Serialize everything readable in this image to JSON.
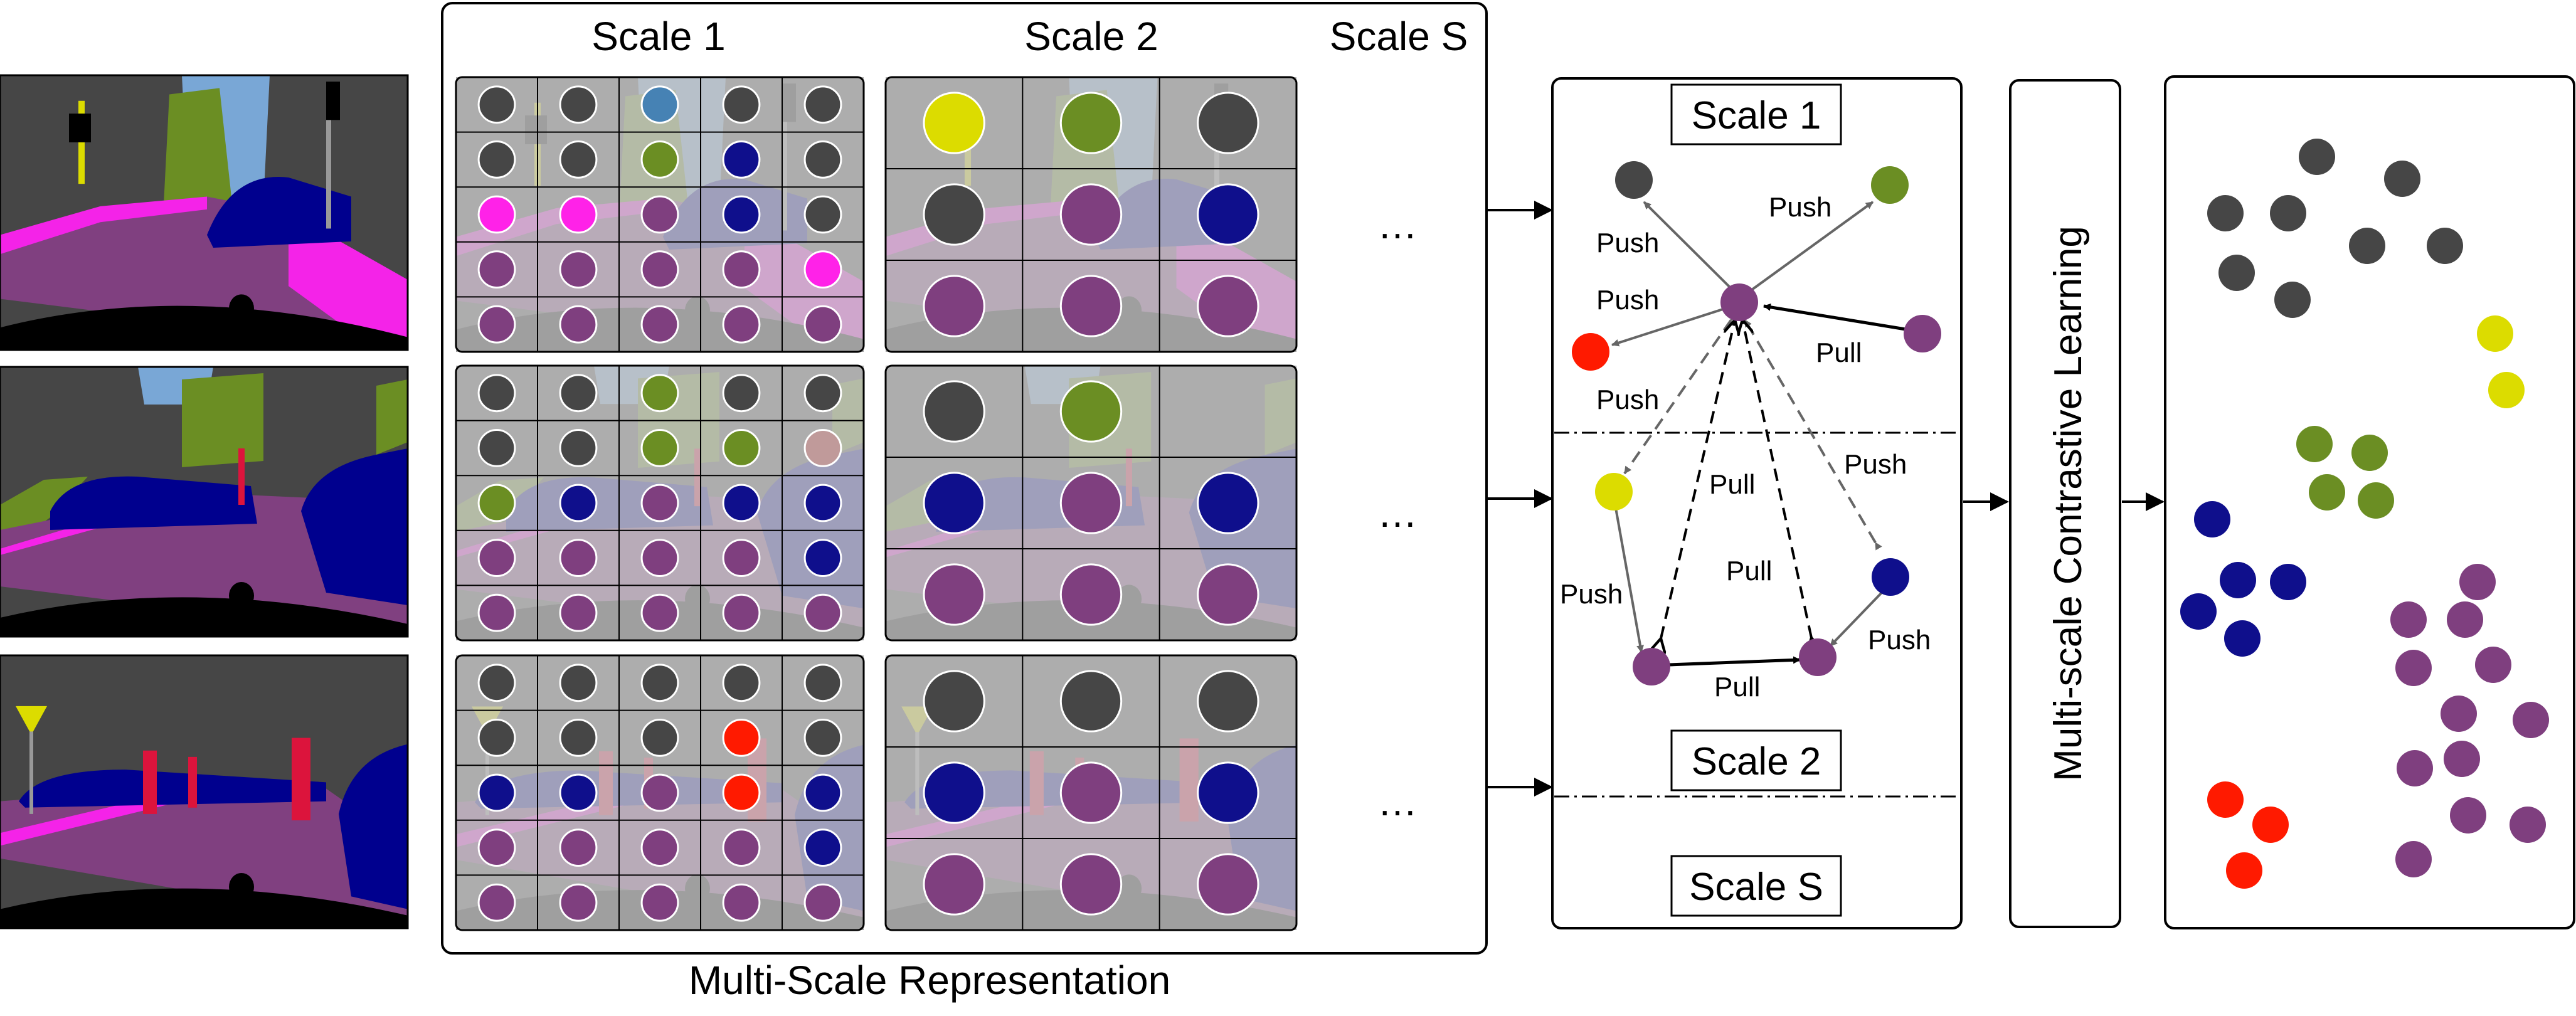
{
  "colors": {
    "dark": "#464646",
    "purple": "#7f3f7f",
    "olive": "#6b8e23",
    "navy": "#0f0f8c",
    "yellow": "#dcdc00",
    "red": "#ff1a00",
    "magenta": "#ff22e8",
    "steel": "#4682b4",
    "pink": "#c09a9a",
    "road": "#804080",
    "sky": "#79a7d6",
    "sidewalk": "#f423e8",
    "building": "#464646",
    "vegetation": "#6b8e23",
    "car": "#00008e",
    "person": "#dc143c"
  },
  "labels": {
    "panel_scale_1": "Scale 1",
    "panel_scale_2": "Scale 2",
    "panel_scale_s": "Scale S",
    "caption": "Multi-Scale Representation",
    "ellipsis": "…",
    "box_scale_1": "Scale 1",
    "box_scale_2": "Scale 2",
    "box_scale_s": "Scale S",
    "push": "Push",
    "pull": "Pull",
    "mcl": "Multi-scale Contrastive Learning"
  },
  "grids": {
    "scale1": [
      [
        "dark",
        "dark",
        "steel",
        "dark",
        "dark",
        "dark",
        "dark",
        "olive",
        "navy",
        "dark",
        "magenta",
        "magenta",
        "purple",
        "navy",
        "dark",
        "purple",
        "purple",
        "purple",
        "purple",
        "magenta",
        "purple",
        "purple",
        "purple",
        "purple",
        "purple"
      ],
      [
        "dark",
        "dark",
        "olive",
        "dark",
        "dark",
        "dark",
        "dark",
        "olive",
        "olive",
        "pink",
        "olive",
        "navy",
        "purple",
        "navy",
        "navy",
        "purple",
        "purple",
        "purple",
        "purple",
        "navy",
        "purple",
        "purple",
        "purple",
        "purple",
        "purple"
      ],
      [
        "dark",
        "dark",
        "dark",
        "dark",
        "dark",
        "dark",
        "dark",
        "dark",
        "red",
        "dark",
        "navy",
        "navy",
        "purple",
        "red",
        "navy",
        "purple",
        "purple",
        "purple",
        "purple",
        "navy",
        "purple",
        "purple",
        "purple",
        "purple",
        "purple"
      ]
    ],
    "scale2": [
      [
        "yellow",
        "olive",
        "dark",
        "dark",
        "purple",
        "navy",
        "purple",
        "purple",
        "purple"
      ],
      [
        "dark",
        "olive",
        "",
        "navy",
        "purple",
        "navy",
        "purple",
        "purple",
        "purple"
      ],
      [
        "dark",
        "dark",
        "dark",
        "navy",
        "purple",
        "navy",
        "purple",
        "purple",
        "purple"
      ]
    ]
  },
  "clusters": [
    {
      "color": "dark",
      "count": 8
    },
    {
      "color": "yellow",
      "count": 2
    },
    {
      "color": "olive",
      "count": 4
    },
    {
      "color": "navy",
      "count": 5
    },
    {
      "color": "purple",
      "count": 12
    },
    {
      "color": "red",
      "count": 3
    }
  ]
}
